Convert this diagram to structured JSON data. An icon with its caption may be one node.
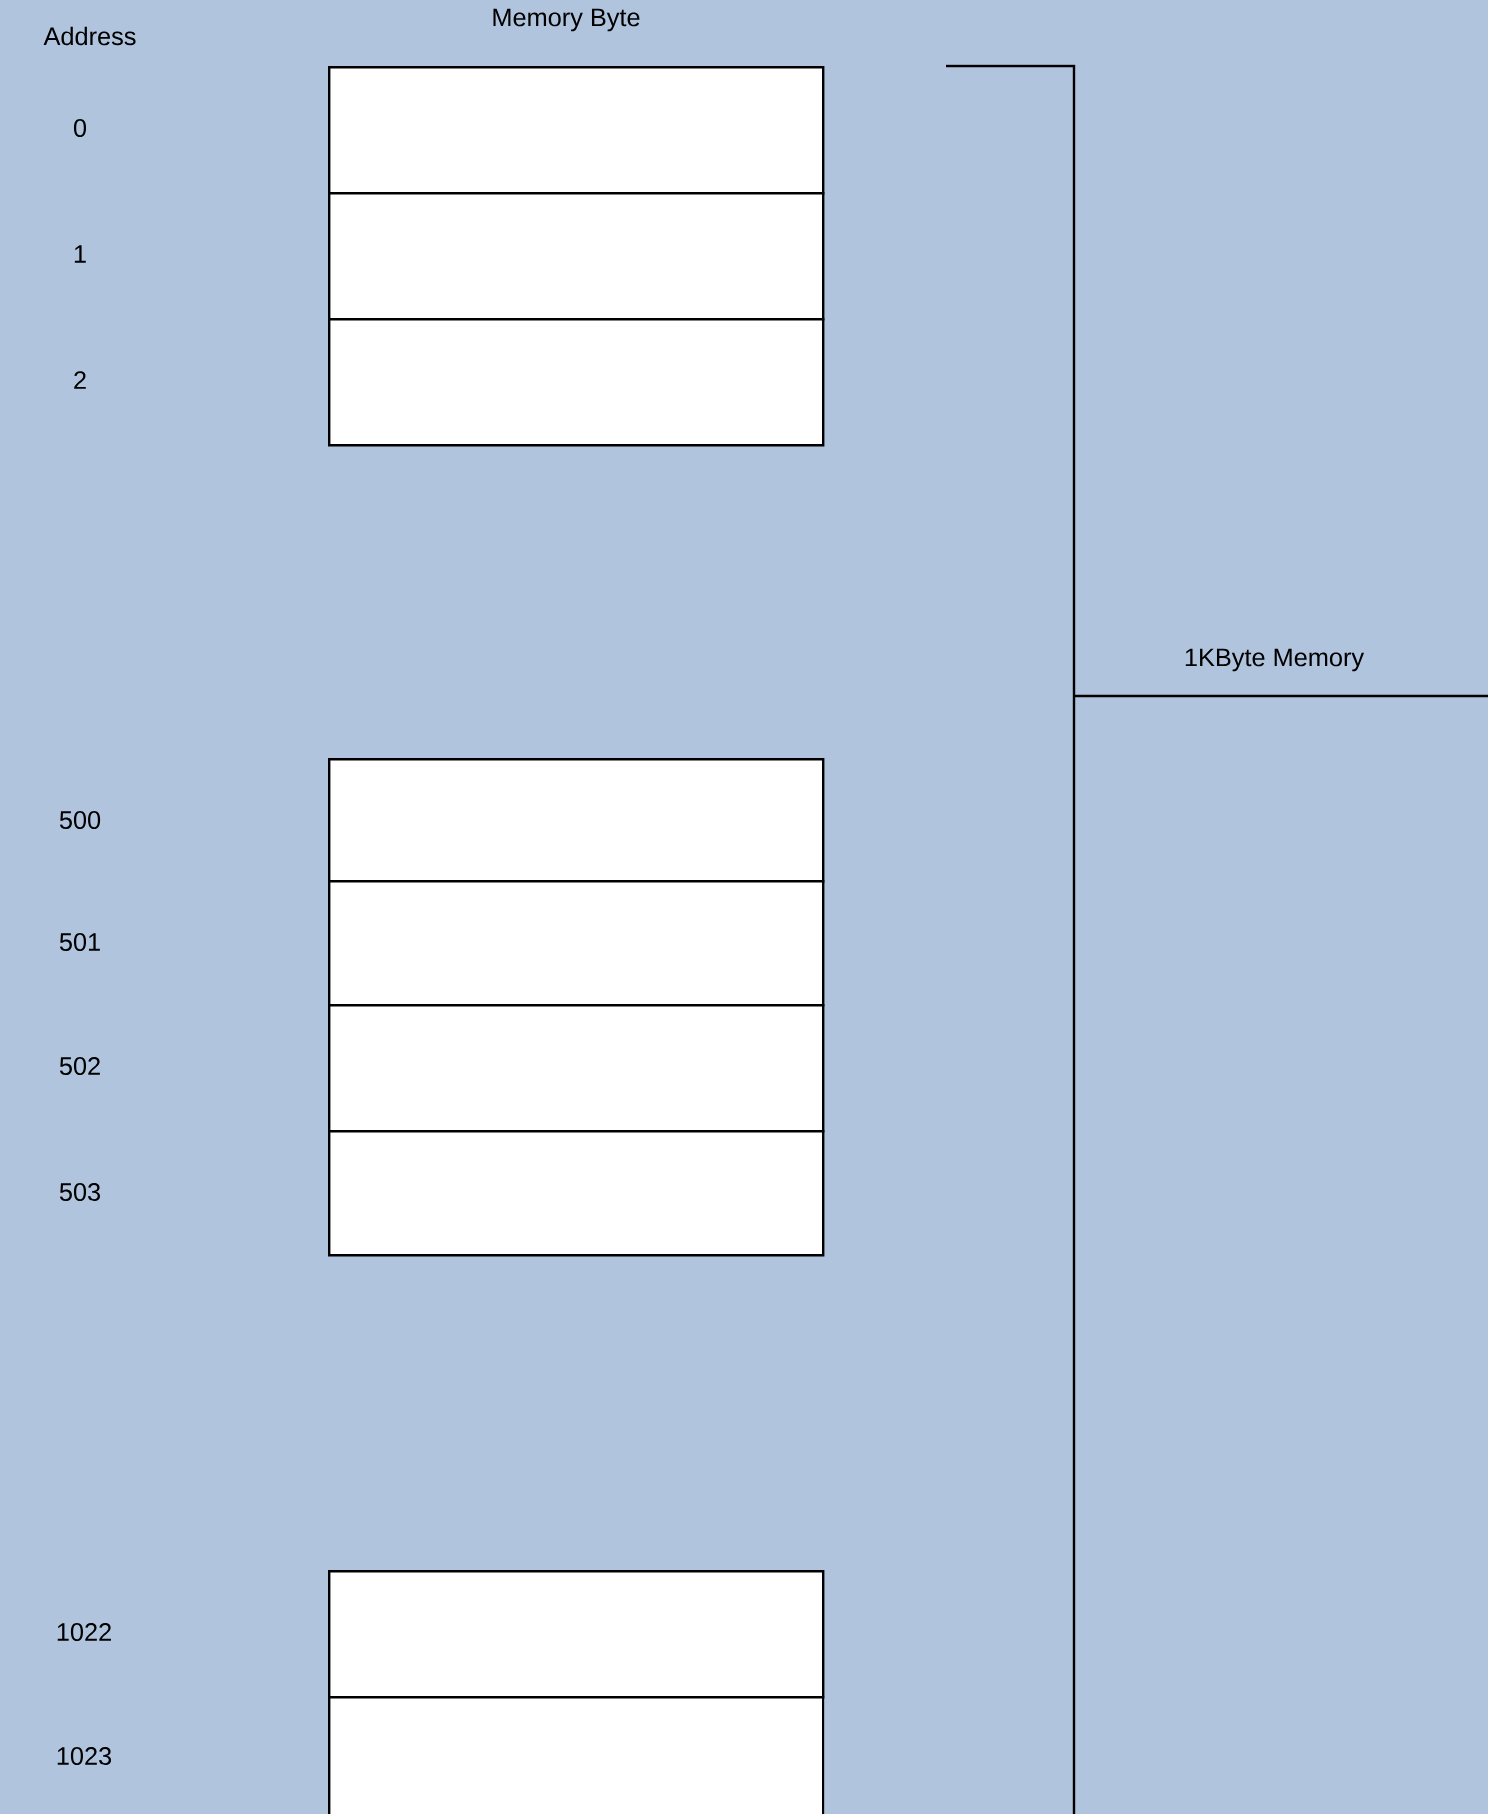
{
  "diagram": {
    "nodes": [
      {
        "text": [],
        "shape": "box"
      },
      {
        "text": [],
        "shape": "box"
      },
      {
        "text": [],
        "shape": "box"
      },
      {
        "text": [],
        "shape": "box"
      },
      {
        "text": [],
        "shape": "box"
      },
      {
        "text": [],
        "shape": "box"
      },
      {
        "text": [],
        "shape": "box"
      },
      {
        "text": [],
        "shape": "box"
      },
      {
        "text": [],
        "shape": "box"
      }
    ],
    "labels": [
      "Address",
      "Memory Byte",
      "0",
      "1",
      "2",
      "1KByte Memory",
      "500",
      "501",
      "502",
      "503",
      "1022",
      "1023"
    ]
  }
}
